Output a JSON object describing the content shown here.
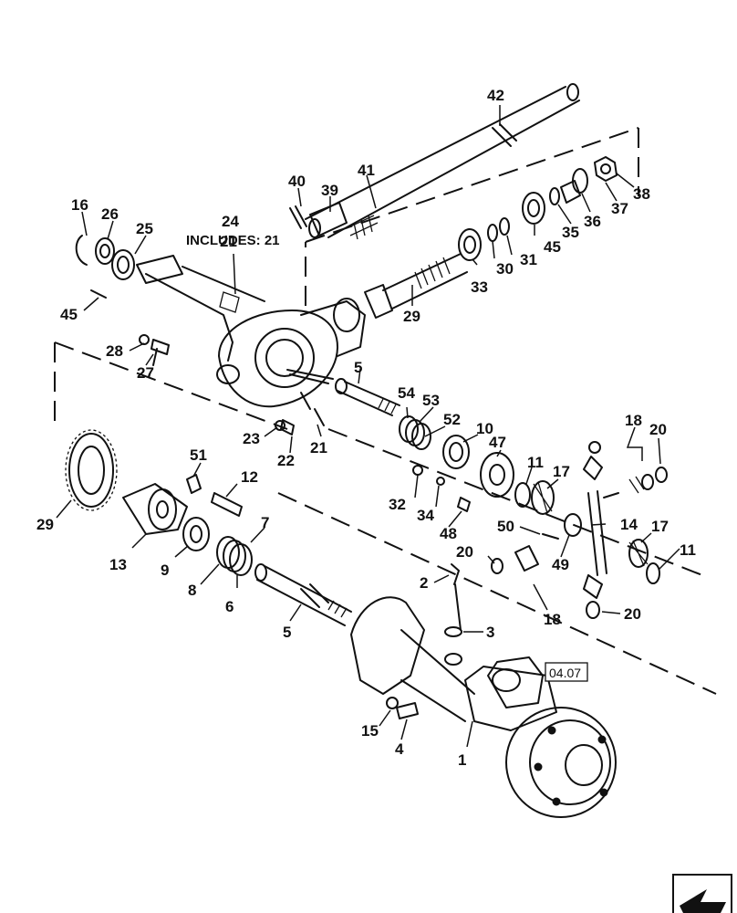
{
  "callouts": [
    "1",
    "2",
    "3",
    "4",
    "5",
    "5",
    "6",
    "7",
    "8",
    "9",
    "10",
    "11",
    "11",
    "12",
    "13",
    "14",
    "15",
    "16",
    "17",
    "17",
    "18",
    "18",
    "20",
    "20",
    "20",
    "21",
    "21",
    "22",
    "23",
    "24",
    "25",
    "26",
    "27",
    "28",
    "29",
    "29",
    "30",
    "31",
    "32",
    "33",
    "34",
    "35",
    "36",
    "37",
    "38",
    "39",
    "40",
    "41",
    "42",
    "45",
    "45",
    "47",
    "48",
    "49",
    "50",
    "51",
    "52",
    "53",
    "54"
  ],
  "includes_note": "INCLUDES: 21",
  "page_reference": "04.07",
  "nav_icon": "next-page-arrow-icon"
}
